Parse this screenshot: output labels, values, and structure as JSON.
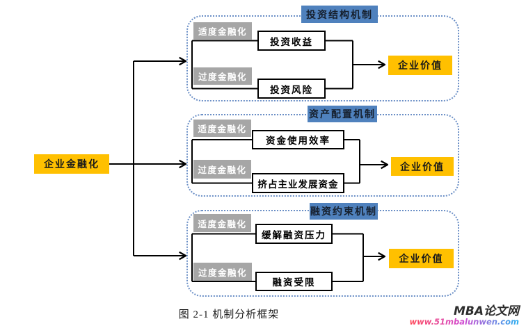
{
  "figure": {
    "caption": "图 2-1 机制分析框架"
  },
  "root_node": {
    "label": "企业金融化"
  },
  "groups": [
    {
      "title": "投资结构机制",
      "moderate_label": "适度金融化",
      "excessive_label": "过度金融化",
      "moderate_outcome": "投资收益",
      "excessive_outcome": "投资风险",
      "target": "企业价值"
    },
    {
      "title": "资产配置机制",
      "moderate_label": "适度金融化",
      "excessive_label": "过度金融化",
      "moderate_outcome": "资金使用效率",
      "excessive_outcome": "挤占主业发展资金",
      "target": "企业价值"
    },
    {
      "title": "融资约束机制",
      "moderate_label": "适度金融化",
      "excessive_label": "过度金融化",
      "moderate_outcome": "缓解融资压力",
      "excessive_outcome": "融资受限",
      "target": "企业价值"
    }
  ],
  "watermark": {
    "site_name": "MBA论文网",
    "url": "www.51mbalunwen.com"
  },
  "colors": {
    "accent_orange": "#FFC000",
    "header_blue": "#4F81BD",
    "label_gray": "#A6A6A6",
    "dashed_border_blue": "#6B8FC6",
    "line_black": "#000000"
  }
}
